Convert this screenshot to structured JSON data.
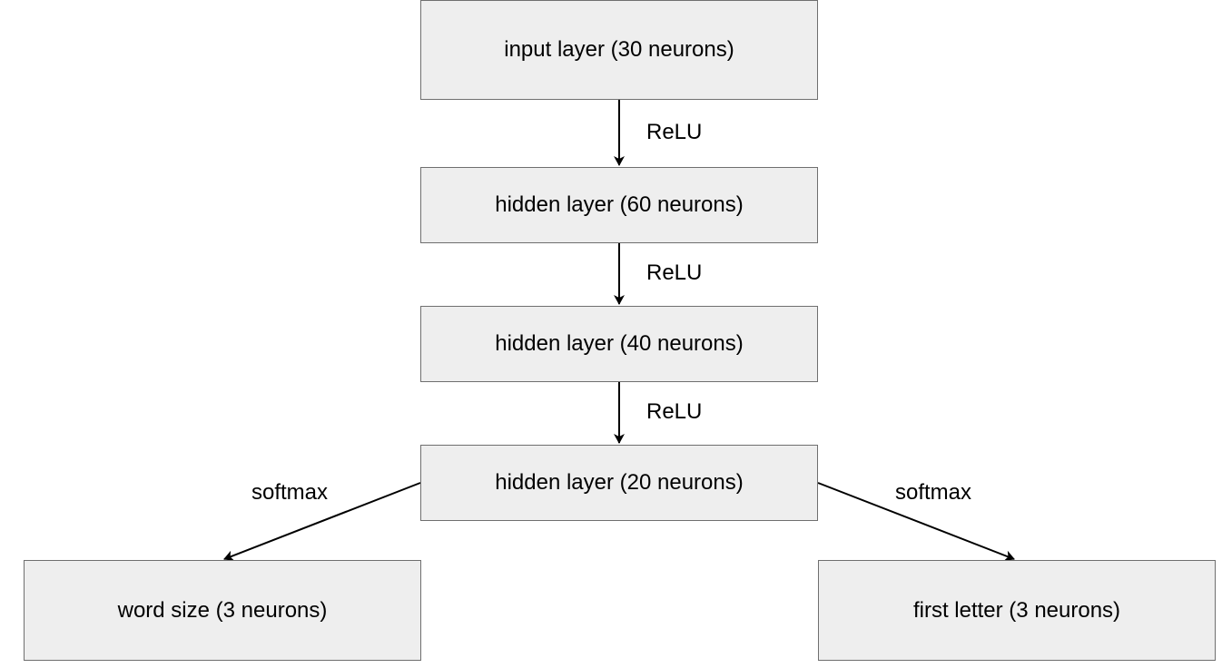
{
  "nodes": {
    "input": "input layer (30 neurons)",
    "hidden1": "hidden layer (60 neurons)",
    "hidden2": "hidden layer (40 neurons)",
    "hidden3": "hidden layer (20 neurons)",
    "word_size": "word size (3 neurons)",
    "first_letter": "first letter (3 neurons)"
  },
  "edges": {
    "input_to_hidden1": "ReLU",
    "hidden1_to_hidden2": "ReLU",
    "hidden2_to_hidden3": "ReLU",
    "hidden3_to_word_size": "softmax",
    "hidden3_to_first_letter": "softmax"
  },
  "colors": {
    "node_fill": "#eeeeee",
    "node_border": "#6f6f6f",
    "edge": "#000000"
  }
}
